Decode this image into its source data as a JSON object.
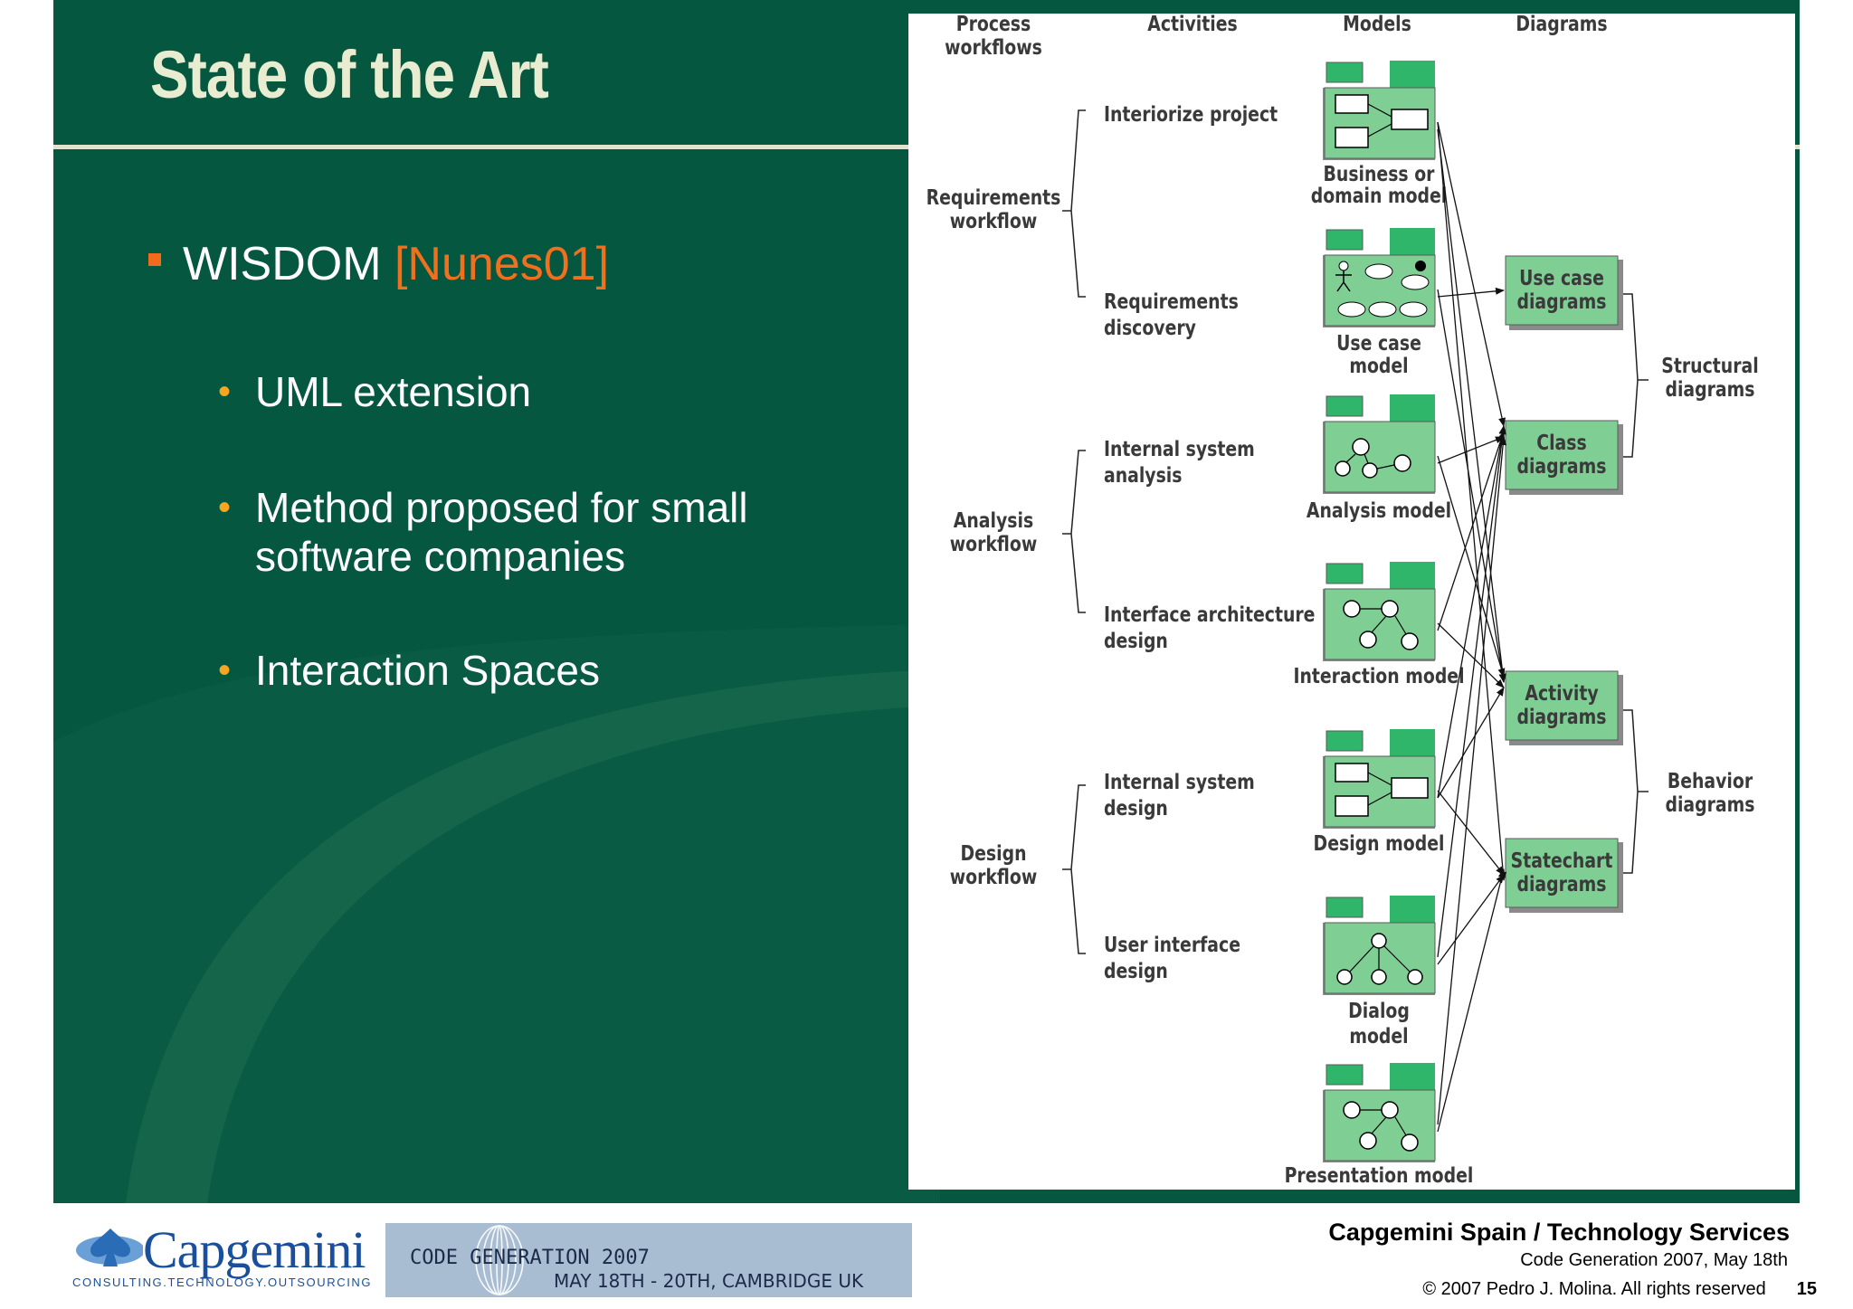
{
  "slide": {
    "title": "State of the Art",
    "bullet": {
      "text": "WISDOM",
      "reference": "[Nunes01]"
    },
    "sub_bullets": [
      {
        "lines": [
          "UML extension"
        ]
      },
      {
        "lines": [
          "Method proposed for small",
          "software companies"
        ]
      },
      {
        "lines": [
          "Interaction Spaces"
        ]
      }
    ]
  },
  "diagram": {
    "column_headers": [
      [
        "Process",
        "workflows"
      ],
      [
        "Activities"
      ],
      [
        "Models"
      ],
      [
        "Diagrams"
      ]
    ],
    "workflows": [
      [
        "Requirements",
        "workflow"
      ],
      [
        "Analysis",
        "workflow"
      ],
      [
        "Design",
        "workflow"
      ]
    ],
    "activities": [
      [
        "Interiorize project"
      ],
      [
        "Requirements",
        "discovery"
      ],
      [
        "Internal system",
        "analysis"
      ],
      [
        "Interface architecture",
        "design"
      ],
      [
        "Internal system",
        "design"
      ],
      [
        "User interface",
        "design"
      ]
    ],
    "models": [
      {
        "lines": [
          "Business or",
          "domain model"
        ],
        "icon": "class-boxes-icon"
      },
      {
        "lines": [
          "Use case",
          "model"
        ],
        "icon": "use-case-icon"
      },
      {
        "lines": [
          "Analysis model"
        ],
        "icon": "analysis-classes-icon"
      },
      {
        "lines": [
          "Interaction model"
        ],
        "icon": "interaction-icon"
      },
      {
        "lines": [
          "Design model"
        ],
        "icon": "class-boxes-icon"
      },
      {
        "lines": [
          "Dialog",
          "model"
        ],
        "icon": "dialog-tree-icon"
      },
      {
        "lines": [
          "Presentation model"
        ],
        "icon": "interaction-icon"
      }
    ],
    "diagrams": [
      [
        "Use case",
        "diagrams"
      ],
      [
        "Class",
        "diagrams"
      ],
      [
        "Activity",
        "diagrams"
      ],
      [
        "Statechart",
        "diagrams"
      ]
    ],
    "diagram_groups": [
      [
        "Structural",
        "diagrams"
      ],
      [
        "Behavior",
        "diagrams"
      ]
    ]
  },
  "footer": {
    "company_logo": "Capgemini",
    "company_tagline": "CONSULTING.TECHNOLOGY.OUTSOURCING",
    "event_title": "CODE GENERATION 2007",
    "event_dates": "MAY 18TH - 20TH, CAMBRIDGE UK",
    "org": "Capgemini Spain / Technology Services",
    "event_date": "Code Generation 2007, May 18th",
    "copyright": "© 2007 Pedro J. Molina. All rights reserved",
    "page_number": "15"
  },
  "colors": {
    "slide_green": "#05573f",
    "accent_orange": "#f0701e",
    "bullet_yellow": "#f5a623",
    "model_green": "#7fcf95",
    "model_tab": "#2fb66a"
  }
}
